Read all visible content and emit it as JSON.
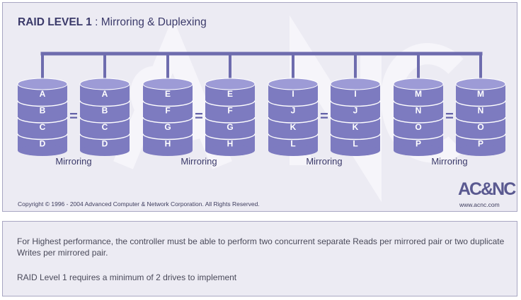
{
  "title": {
    "level": "RAID LEVEL 1",
    "rest": " : Mirroring & Duplexing"
  },
  "pairs": [
    {
      "left": [
        "A",
        "B",
        "C",
        "D"
      ],
      "right": [
        "A",
        "B",
        "C",
        "D"
      ],
      "label": "Mirroring"
    },
    {
      "left": [
        "E",
        "F",
        "G",
        "H"
      ],
      "right": [
        "E",
        "F",
        "G",
        "H"
      ],
      "label": "Mirroring"
    },
    {
      "left": [
        "I",
        "J",
        "K",
        "L"
      ],
      "right": [
        "I",
        "J",
        "K",
        "L"
      ],
      "label": "Mirroring"
    },
    {
      "left": [
        "M",
        "N",
        "O",
        "P"
      ],
      "right": [
        "M",
        "N",
        "O",
        "P"
      ],
      "label": "Mirroring"
    }
  ],
  "equals_sign": "=",
  "copyright": "Copyright © 1996 - 2004 Advanced Computer & Network Corporation. All Rights Reserved.",
  "logo": {
    "text": "AC&NC",
    "url": "www.acnc.com"
  },
  "info": {
    "line1": "For Highest performance, the controller must be able to perform two concurrent separate Reads per mirrored pair or two duplicate Writes per mirrored pair.",
    "line2": "RAID Level 1 requires a minimum of 2 drives to implement"
  },
  "colors": {
    "disk_fill": "#7d7bc0",
    "disk_top": "#9d9bd6",
    "bus": "#6e6cae",
    "title": "#3b3a6a"
  }
}
